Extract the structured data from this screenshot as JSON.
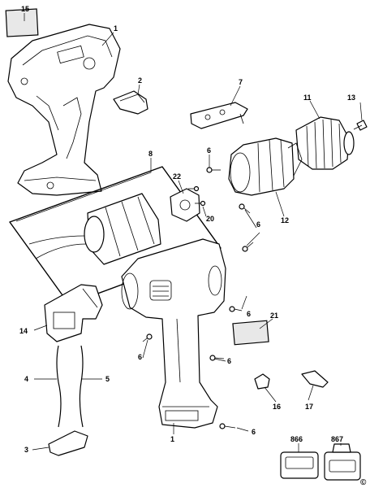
{
  "callouts": {
    "c15": "15",
    "c1_top": "1",
    "c2": "2",
    "c7": "7",
    "c11": "11",
    "c13": "13",
    "c8": "8",
    "c6_a": "6",
    "c22": "22",
    "c20": "20",
    "c12": "12",
    "c6_b": "6",
    "c6_c": "6",
    "c21": "21",
    "c14": "14",
    "c6_d": "6",
    "c6_e": "6",
    "c4": "4",
    "c5": "5",
    "c16": "16",
    "c17": "17",
    "c1_bottom": "1",
    "c6_f": "6",
    "c3": "3",
    "c866": "866",
    "c867": "867",
    "copyright": "©"
  }
}
